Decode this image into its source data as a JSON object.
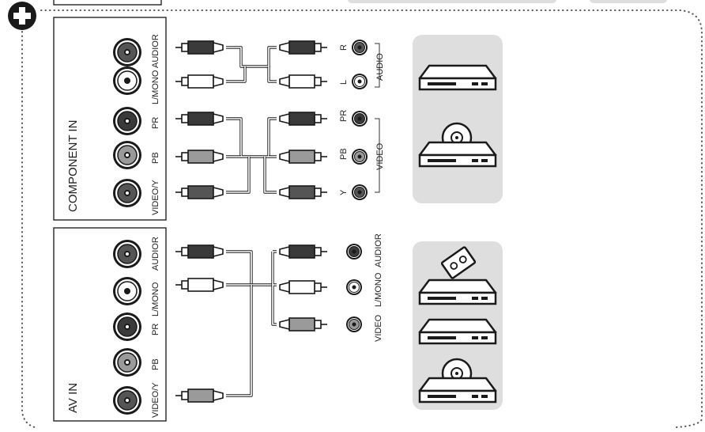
{
  "colors": {
    "panel_border": "#333333",
    "device_bg": "#dedede",
    "plug_dark": "#3a3a3a",
    "plug_gray": "#9a9a9a",
    "plug_white": "#ffffff",
    "dotted_line": "#555555"
  },
  "icons": {
    "corner": "plus-circle-icon",
    "devices_top": [
      "dvd-player-icon",
      "disc-player-icon"
    ],
    "devices_bottom": [
      "vcr-tape-icon",
      "dvd-player-icon",
      "disc-player-icon"
    ]
  },
  "component_panel": {
    "title": "COMPONENT IN",
    "jack_labels": [
      "AUDIOR",
      "L/MONO",
      "PR",
      "PB",
      "VIDEO/Y"
    ],
    "jack_colors": [
      "#555555",
      "#ffffff",
      "#3a3a3a",
      "#9a9a9a",
      "#555555"
    ],
    "cable_colors": [
      "#3a3a3a",
      "#ffffff",
      "#3a3a3a",
      "#9a9a9a",
      "#555555"
    ],
    "device_jack_labels": [
      "R",
      "L",
      "PR",
      "PB",
      "Y"
    ],
    "audio_group": "AUDIO",
    "video_group": "VIDEO"
  },
  "av_panel": {
    "title": "AV IN",
    "jack_labels": [
      "AUDIOR",
      "L/MONO",
      "PR",
      "PB",
      "VIDEO/Y"
    ],
    "jack_colors": [
      "#555555",
      "#ffffff",
      "#3a3a3a",
      "#9a9a9a",
      "#555555"
    ],
    "left_cables": [
      {
        "row": 0,
        "color": "#3a3a3a"
      },
      {
        "row": 1,
        "color": "#ffffff"
      },
      {
        "row": 4,
        "color": "#9a9a9a"
      }
    ],
    "right_cables": [
      {
        "color": "#3a3a3a"
      },
      {
        "color": "#ffffff"
      },
      {
        "color": "#9a9a9a"
      }
    ],
    "right_jack_colors": [
      "#3a3a3a",
      "#ffffff",
      "#9a9a9a"
    ],
    "device_labels": [
      "AUDIOR",
      "L/MONO",
      "VIDEO"
    ]
  }
}
